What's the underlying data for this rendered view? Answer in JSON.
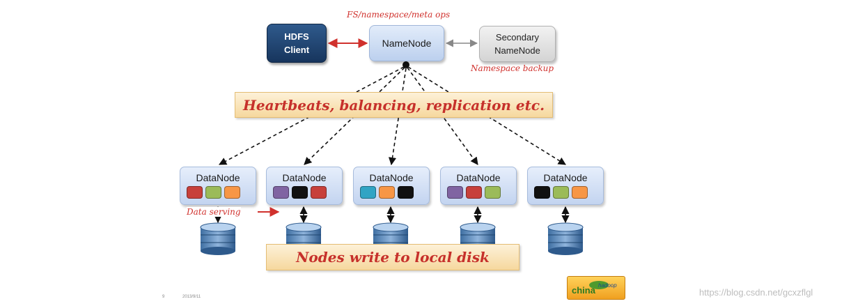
{
  "diagram": {
    "client": {
      "line1": "HDFS",
      "line2": "Client"
    },
    "namenode": {
      "label": "NameNode"
    },
    "secondary": {
      "line1": "Secondary",
      "line2": "NameNode"
    },
    "fs_ops_label": "FS/namespace/meta ops",
    "namespace_backup_label": "Namespace backup",
    "heartbeat_banner": "Heartbeats, balancing, replication etc.",
    "datanodes": [
      {
        "label": "DataNode",
        "blocks": [
          "#c7403b",
          "#9bbb59",
          "#f79646"
        ]
      },
      {
        "label": "DataNode",
        "blocks": [
          "#8064a2",
          "#111111",
          "#c7403b"
        ]
      },
      {
        "label": "DataNode",
        "blocks": [
          "#31a4c4",
          "#f79646",
          "#111111"
        ]
      },
      {
        "label": "DataNode",
        "blocks": [
          "#8064a2",
          "#c7403b",
          "#9bbb59"
        ]
      },
      {
        "label": "DataNode",
        "blocks": [
          "#111111",
          "#9bbb59",
          "#f79646"
        ]
      }
    ],
    "data_serving_label": "Data serving",
    "disk_banner": "Nodes write to local disk"
  },
  "footer": {
    "page_num": "9",
    "date": "2013/9/11",
    "watermark": "https://blog.csdn.net/gcxzflgl"
  },
  "colors": {
    "accent_red": "#d0312d",
    "client_blue": "#1f4270",
    "namenode_blue": "#c9d9f2"
  }
}
